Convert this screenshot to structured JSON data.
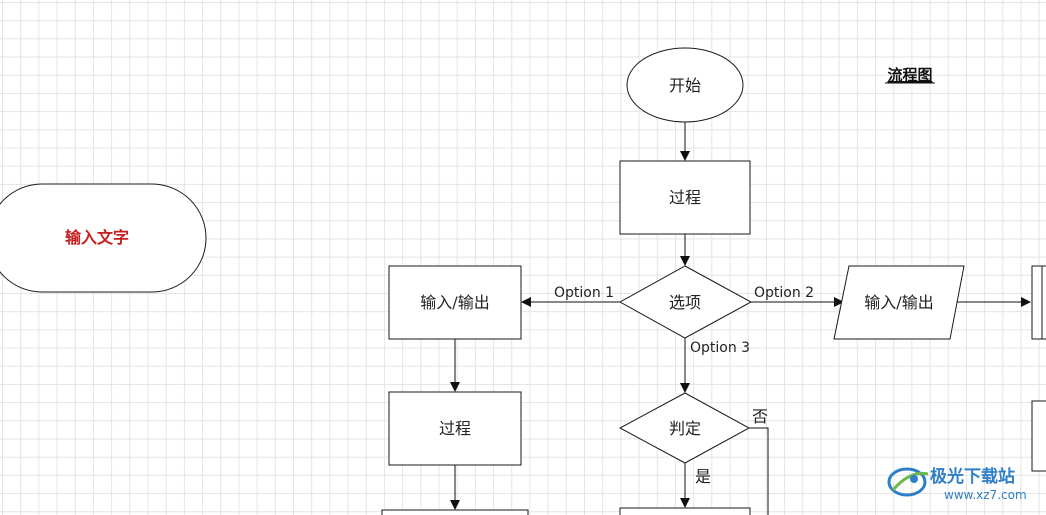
{
  "diagram": {
    "title": "流程图",
    "terminator_label": "输入文字",
    "start_label": "开始",
    "process_top_label": "过程",
    "option_label": "选项",
    "io_left_label": "输入/输出",
    "io_right_label": "输入/输出",
    "process_left_label": "过程",
    "decision_label": "判定",
    "edge_option1": "Option 1",
    "edge_option2": "Option 2",
    "edge_option3": "Option 3",
    "edge_no": "否",
    "edge_yes": "是"
  },
  "watermark": {
    "name": "极光下载站",
    "url": "www.xz7.com"
  },
  "colors": {
    "red_text": "#c41f1f",
    "watermark_blue": "#2f7fc8",
    "grid": "#e4e4e4",
    "stroke": "#1a1a1a"
  }
}
